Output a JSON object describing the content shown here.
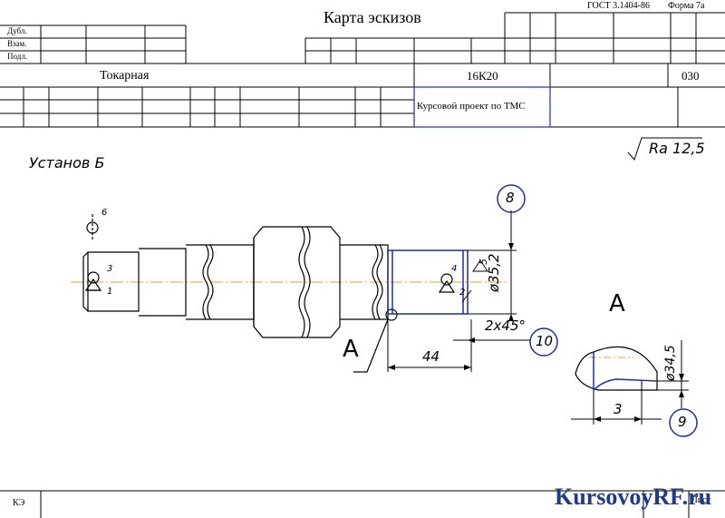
{
  "header": {
    "standard": "ГОСТ  3.1404-86",
    "form": "Форма  7а",
    "title": "Карта эскизов",
    "side_labels": [
      "Дубл.",
      "Взам.",
      "Подл."
    ]
  },
  "operation": {
    "name": "Токарная",
    "machine": "16К20",
    "number": "030",
    "project": "Курсовой проект по ТМС"
  },
  "drawing": {
    "setup_label": "Установ Б",
    "roughness": "Ra 12,5",
    "section_label": "А",
    "section_view_label": "А",
    "dim_diameter": "ø35,2",
    "dim_chamfer": "2x45°",
    "dim_length": "44",
    "dim_groove_diameter": "ø34,5",
    "dim_groove_width": "3",
    "surface_roughness_small": "5",
    "bubbles": [
      "8",
      "10",
      "9"
    ],
    "base_marks": [
      "6",
      "3",
      "1",
      "4",
      "2"
    ]
  },
  "footer": {
    "doc_code": "КЭ",
    "sheet_label": "Лист"
  },
  "watermark": {
    "text_main": "KursovoyRF",
    "text_suffix": ".ru",
    "color_main": "#1f3a8a",
    "color_accent": "#d62828"
  }
}
